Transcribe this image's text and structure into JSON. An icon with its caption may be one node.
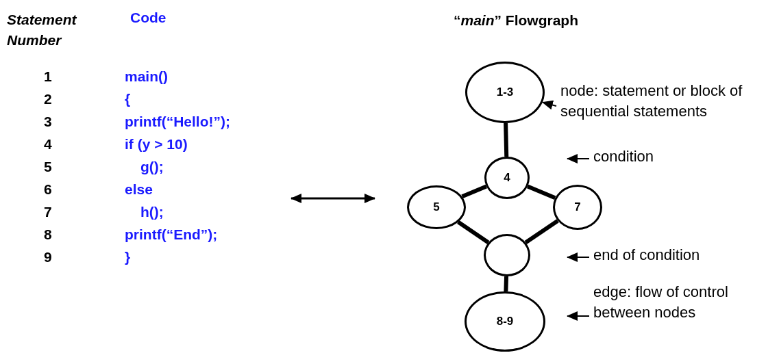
{
  "diagram": {
    "nodes": [
      {
        "text": [
          "1-3"
        ]
      },
      {
        "text": [
          "node: statement or block of sequential statements"
        ]
      },
      {
        "text": [
          "condition"
        ]
      },
      {
        "text": [
          "4"
        ]
      },
      {
        "text": [
          "5"
        ]
      },
      {
        "text": [
          "7"
        ]
      },
      {
        "text": [],
        "shape": "circle"
      },
      {
        "text": [
          "end of condition"
        ]
      },
      {
        "text": [
          "edge: flow of control between nodes"
        ]
      },
      {
        "text": [
          "8-9"
        ]
      }
    ],
    "edges": [
      {
        "from": 0,
        "to": 3,
        "arrow": "none"
      },
      {
        "from": 3,
        "to": 4,
        "arrow": "none"
      },
      {
        "from": 3,
        "to": 5,
        "arrow": "none"
      },
      {
        "from": 4,
        "to": 6,
        "arrow": "none"
      },
      {
        "from": 5,
        "to": 6,
        "arrow": "none"
      },
      {
        "from": 6,
        "to": 9,
        "arrow": "none"
      },
      {
        "from": 1,
        "to": 0,
        "arrow": "to"
      },
      {
        "from": 2,
        "to": null,
        "arrow": "to"
      },
      {
        "from": 7,
        "to": null,
        "arrow": "to"
      },
      {
        "from": 8,
        "to": null,
        "arrow": "to"
      }
    ],
    "labels": [
      "Statement Number",
      "Code",
      "“*main*” Flowgraph",
      "1",
      "main()",
      "2",
      "{",
      "3",
      "printf(“Hello!”);",
      "4",
      "if (y > 10)",
      "5",
      "g();",
      "6",
      "else",
      "7",
      "h();",
      "8",
      "printf(“End”);",
      "9",
      "}"
    ]
  }
}
